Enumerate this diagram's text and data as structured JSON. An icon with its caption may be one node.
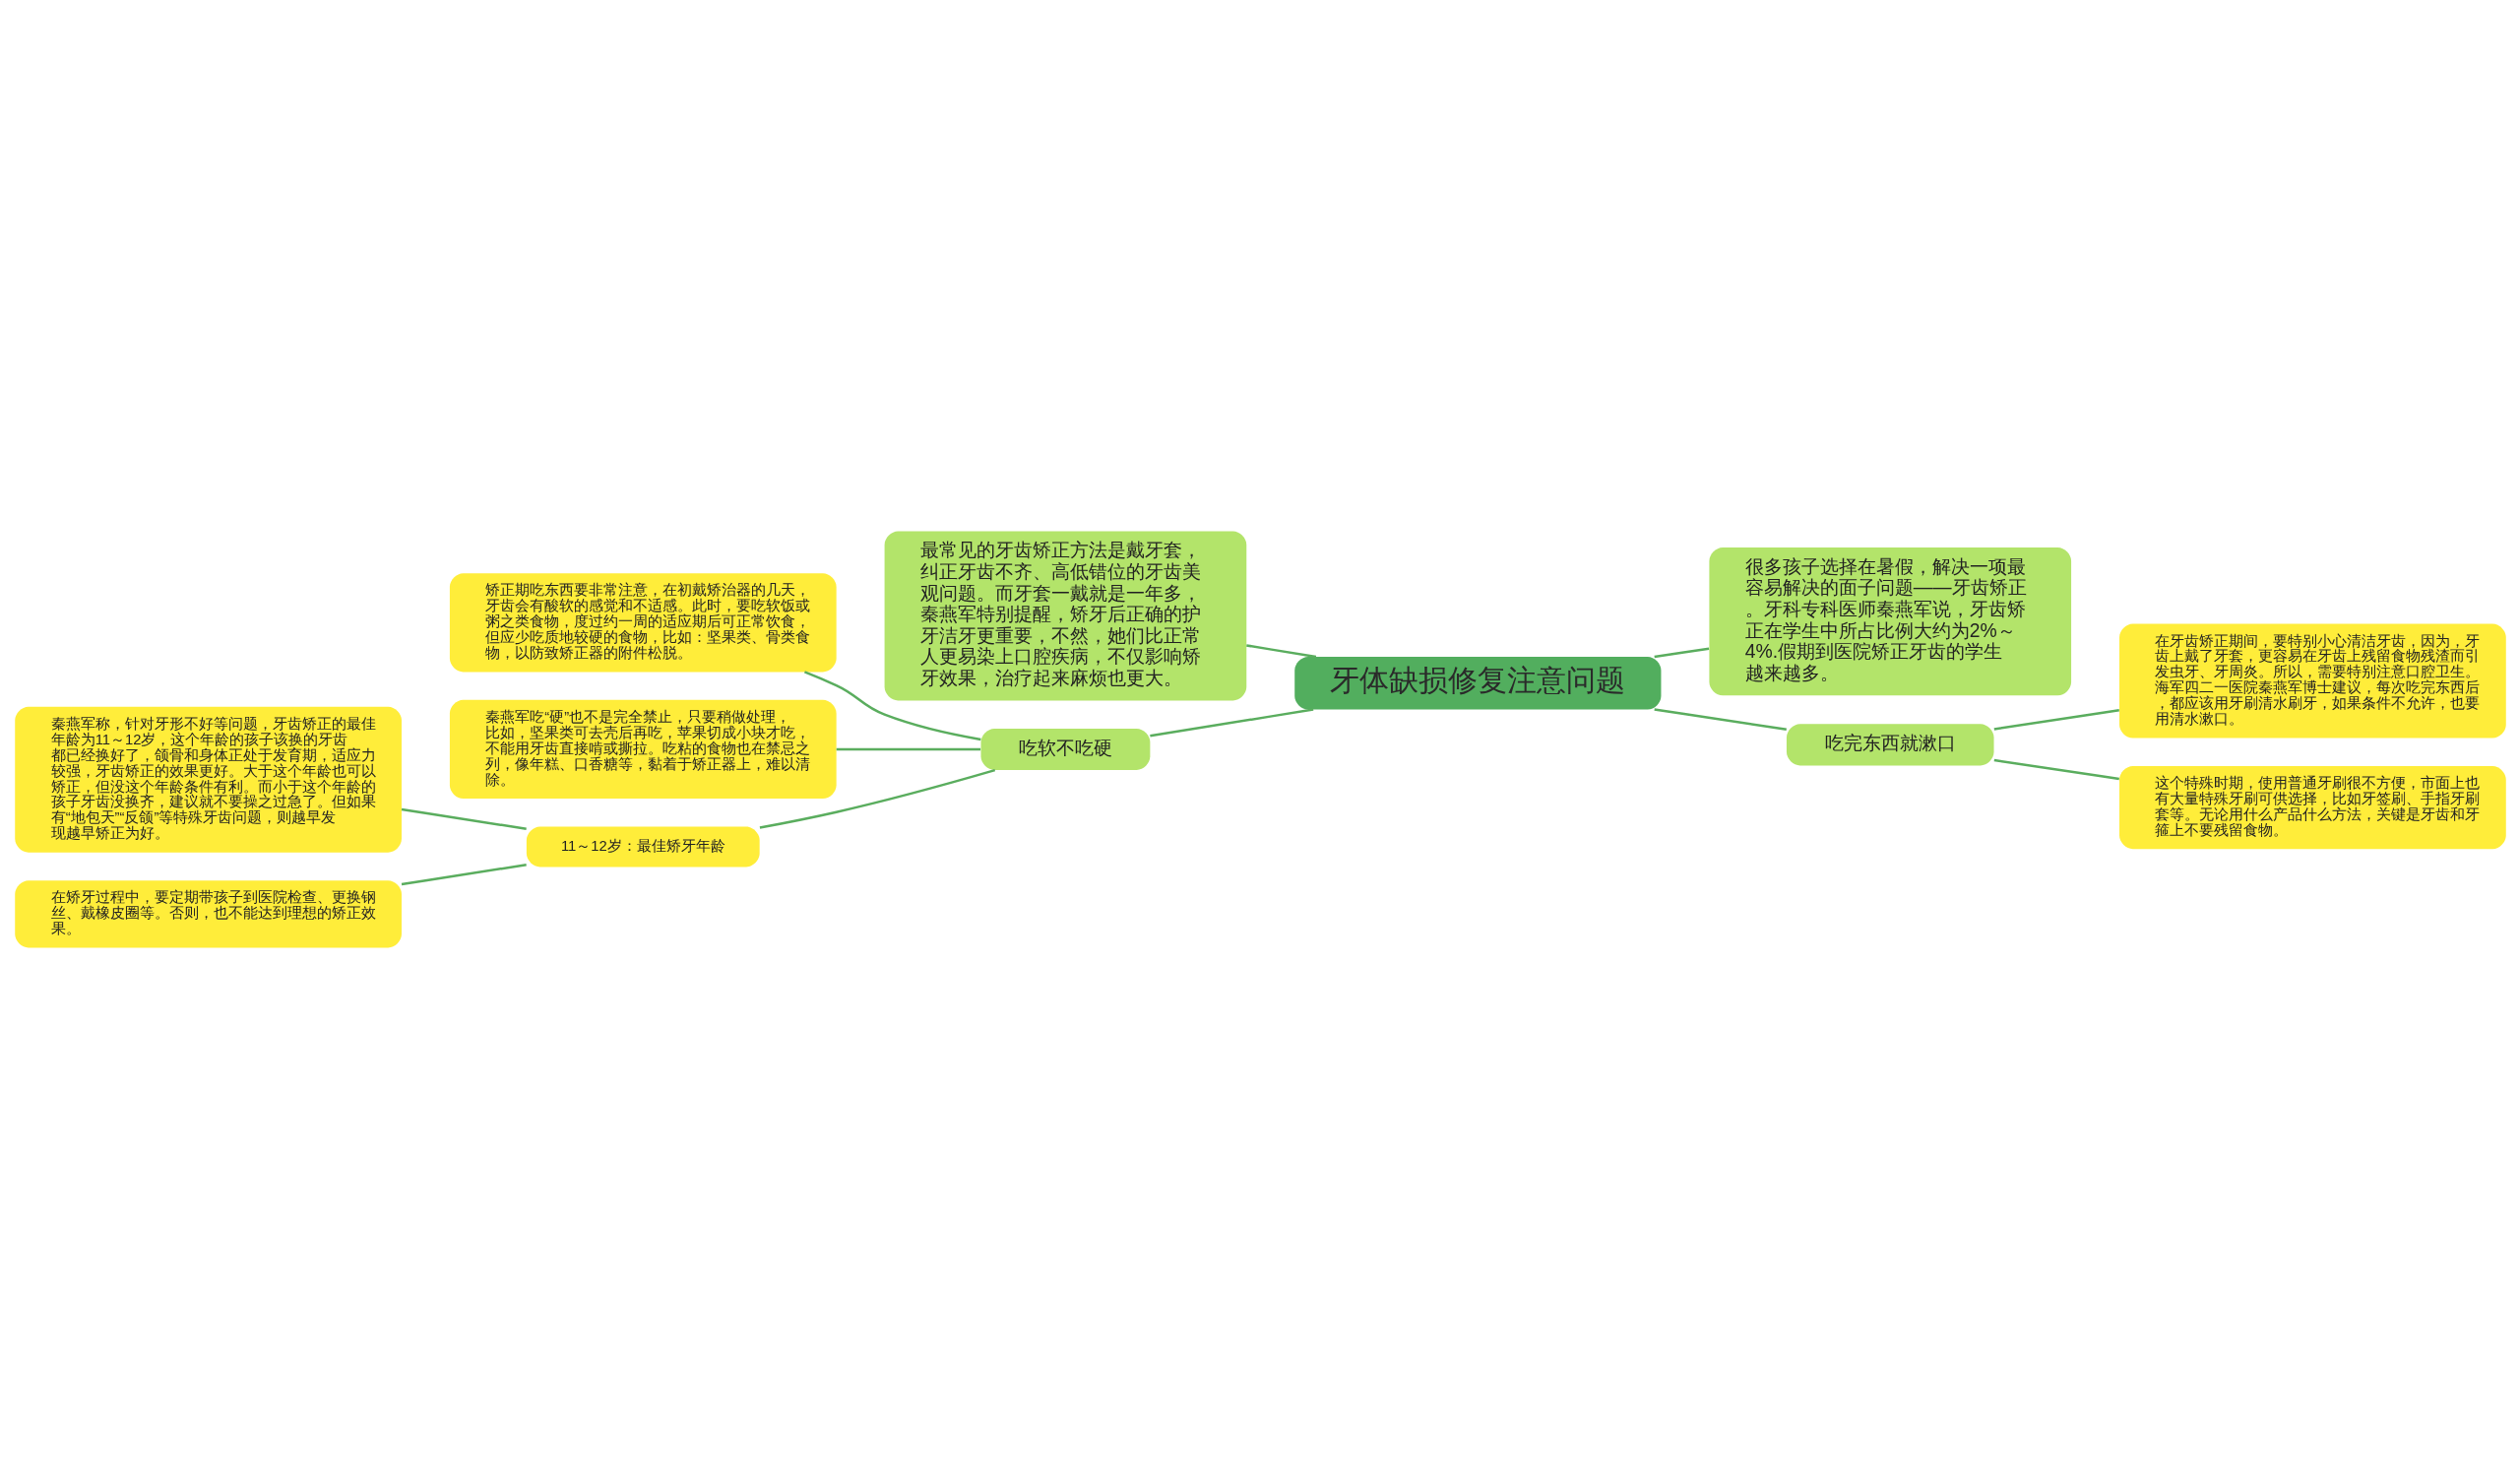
{
  "diagram": {
    "nodes": [
      {
        "text": [
          "牙体缺损修复注意问题"
        ]
      },
      {
        "text": [
          "最常见的牙齿矫正方法是戴牙套，纠正牙齿不齐、高低错位的牙齿美观问题。而牙套一戴就是一年多，秦燕军特别提醒，矫牙后正确的护牙洁牙更重要，不然，她们比正常人更易染上口腔疾病，不仅影响矫牙效果，治疗起来麻烦也更大。"
        ]
      },
      {
        "text": [
          "吃软不吃硬"
        ]
      },
      {
        "text": [
          "矫正期吃东西要非常注意，在初戴矫治器的几天，牙齿会有酸软的感觉和不适感。此时，要吃软饭或粥之类食物，度过约一周的适应期后可正常饮食，但应少吃质地较硬的食物，比如：坚果类、骨类食物，以防致矫正器的附件松脱。"
        ]
      },
      {
        "text": [
          "秦燕军吃“硬”也不是完全禁止，只要稍做处理，比如，坚果类可去壳后再吃，苹果切成小块才吃，不能用牙齿直接啃或撕拉。吃粘的食物也在禁忌之列，像年糕、口香糖等，黏着于矫正器上，难以清除。"
        ]
      },
      {
        "text": [
          "11～12岁：最佳矫牙年龄"
        ]
      },
      {
        "text": [
          "秦燕军称，针对牙形不好等问题，牙齿矫正的最佳年龄为11～12岁，这个年龄的孩子该换的牙齿都已经换好了，颌骨和身体正处于发育期，适应力较强，牙齿矫正的效果更好。大于这个年龄也可以矫正，但没这个年龄条件有利。而小于这个年龄的孩子牙齿没换齐，建议就不要操之过急了。但如果有“地包天”“反颌”等特殊牙齿问题，则越早发现越早矫正为好。"
        ]
      },
      {
        "text": [
          "在矫牙过程中，要定期带孩子到医院检查、更换钢丝、戴橡皮圈等。否则，也不能达到理想的矫正效果。"
        ]
      },
      {
        "text": [
          "很多孩子选择在暑假，解决一项最容易解决的面子问题——牙齿矫正。牙科专科医师秦燕军说，牙齿矫正在学生中所占比例大约为2%～4%.假期到医院矫正牙齿的学生越来越多。"
        ]
      },
      {
        "text": [
          "吃完东西就漱口"
        ]
      },
      {
        "text": [
          "在牙齿矫正期间，要特别小心清洁牙齿，因为，牙齿上戴了牙套，更容易在牙齿上残留食物残渣而引发虫牙、牙周炎。所以，需要特别注意口腔卫生。海军四二一医院秦燕军博士建议，每次吃完东西后，都应该用牙刷清水刷牙，如果条件不允许，也要用清水漱口。"
        ]
      },
      {
        "text": [
          "这个特殊时期，使用普通牙刷很不方便，市面上也有大量特殊牙刷可供选择，比如牙签刷、手指牙刷套等。无论用什么产品什么方法，关键是牙齿和牙箍上不要残留食物。"
        ]
      }
    ],
    "edges": [
      {
        "from": 0,
        "to": 1,
        "arrow": "none"
      },
      {
        "from": 0,
        "to": 2,
        "arrow": "none"
      },
      {
        "from": 2,
        "to": 3,
        "arrow": "none"
      },
      {
        "from": 2,
        "to": 4,
        "arrow": "none"
      },
      {
        "from": 2,
        "to": 5,
        "arrow": "none"
      },
      {
        "from": 5,
        "to": 6,
        "arrow": "none"
      },
      {
        "from": 5,
        "to": 7,
        "arrow": "none"
      },
      {
        "from": 0,
        "to": 8,
        "arrow": "none"
      },
      {
        "from": 0,
        "to": 9,
        "arrow": "none"
      },
      {
        "from": 9,
        "to": 10,
        "arrow": "none"
      },
      {
        "from": 9,
        "to": 11,
        "arrow": "none"
      }
    ]
  }
}
